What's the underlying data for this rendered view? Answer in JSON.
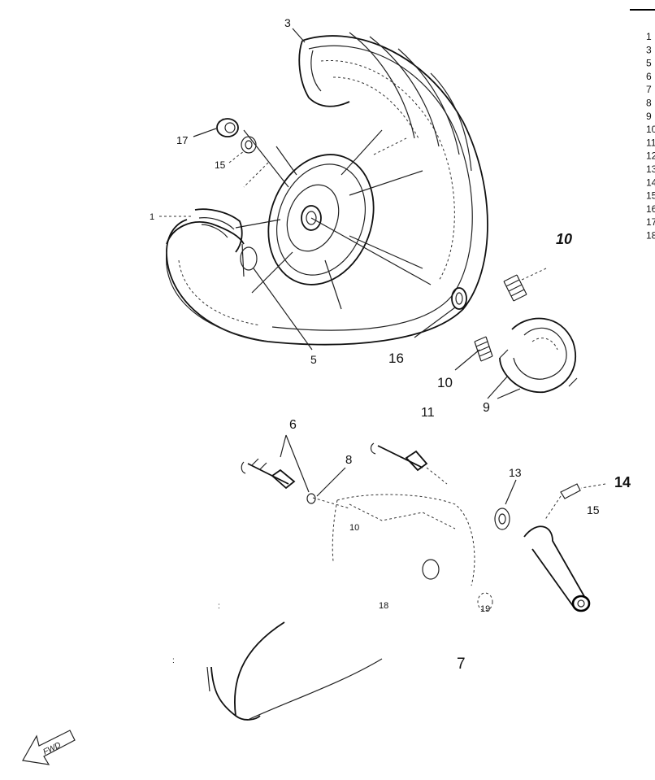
{
  "callouts": {
    "c1": "1",
    "c3": "3",
    "c5": "5",
    "c6": "6",
    "c7": "7",
    "c8": "8",
    "c9": "9",
    "c10a": "10",
    "c10b": "10",
    "c11": "11",
    "c13": "13",
    "c14": "14",
    "c15": "15",
    "c15b": "15",
    "c16": "16",
    "c17": "17",
    "c18": "18",
    "c19": "19",
    "c10c": "10"
  },
  "legend": {
    "items": [
      "1",
      "3",
      "5",
      "6",
      "7",
      "8",
      "9",
      "10",
      "11",
      "12",
      "13",
      "14",
      "15",
      "16",
      "17",
      "18"
    ]
  },
  "front_marker": "FWD"
}
